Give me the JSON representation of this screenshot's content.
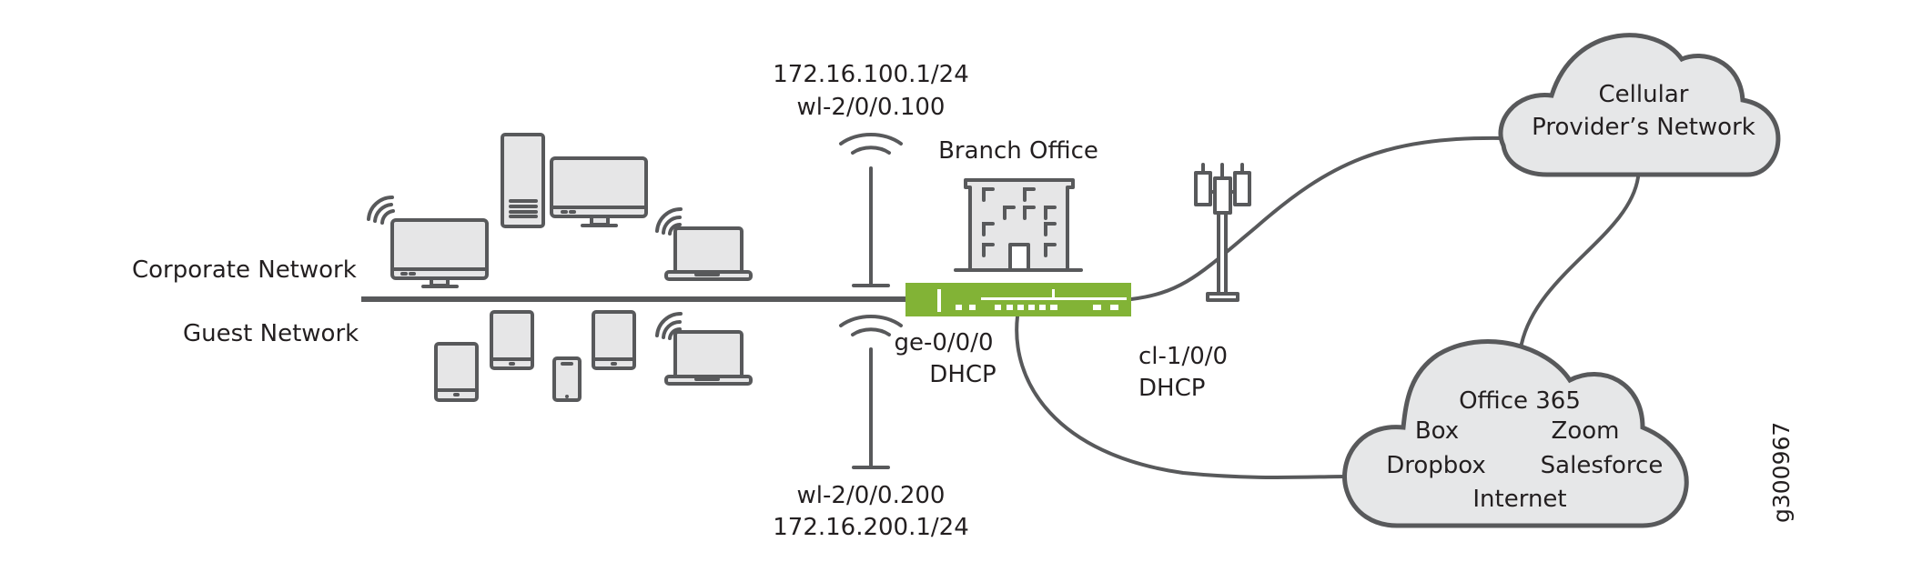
{
  "diagram": {
    "title": "Branch Office",
    "figure_id": "g300967",
    "colors": {
      "router_green": "#82b336",
      "line_gray": "#58595b",
      "device_fill": "#e6e6e7",
      "cloud_fill": "#e6e7e8",
      "text": "#231f20"
    },
    "networks": {
      "corporate": "Corporate Network",
      "guest": "Guest Network"
    },
    "access_points": {
      "top": {
        "ip": "172.16.100.1/24",
        "interface": "wl-2/0/0.100"
      },
      "bottom": {
        "interface": "wl-2/0/0.200",
        "ip": "172.16.200.1/24"
      }
    },
    "router_ports": {
      "ethernet": {
        "interface": "ge-0/0/0",
        "mode": "DHCP"
      },
      "cellular": {
        "interface": "cl-1/0/0",
        "mode": "DHCP"
      }
    },
    "clouds": {
      "cellular": {
        "line1": "Cellular",
        "line2": "Provider’s Network"
      },
      "internet": {
        "services": [
          "Office 365",
          "Box",
          "Zoom",
          "Dropbox",
          "Salesforce"
        ],
        "label": "Internet"
      }
    }
  }
}
